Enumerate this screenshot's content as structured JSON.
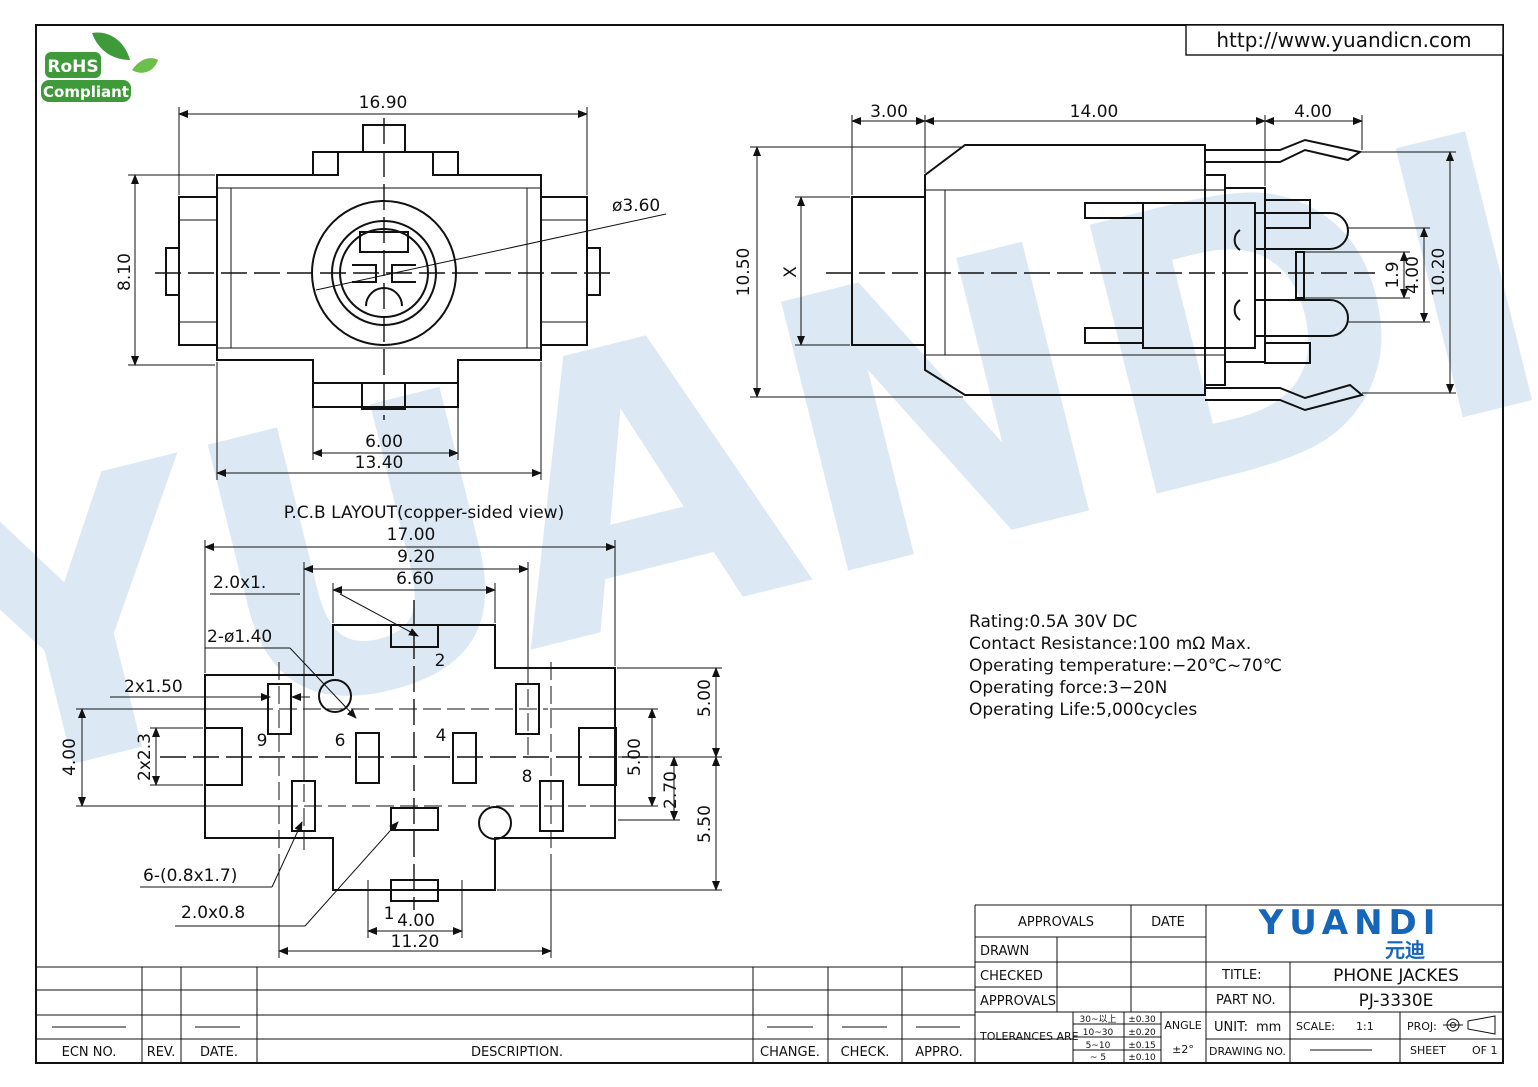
{
  "url": "http://www.yuandicn.com",
  "rohs": {
    "line1": "RoHS",
    "line2": "Compliant"
  },
  "watermark": "YUANDI",
  "colors": {
    "brand_blue": "#1565b8",
    "rohs_green": "#3f9a3a",
    "watermark_blue": "#dce9f5"
  },
  "top_view": {
    "width": "16.90",
    "height": "8.10",
    "hole": "ø3.60",
    "pin_gap": "6.00",
    "body": "13.40"
  },
  "side_view": {
    "d1": "3.00",
    "d2": "14.00",
    "d3": "4.00",
    "height": "10.50",
    "x": "X",
    "pin": "1.9",
    "slot": "4.00",
    "total": "10.20"
  },
  "pcb": {
    "title": "P.C.B LAYOUT(copper-sided view)",
    "w_total": "17.00",
    "w_mid": "9.20",
    "w_inner": "6.60",
    "slot_a": "2.0x1.",
    "holes": "2-ø1.40",
    "slot_b": "2x1.50",
    "h_left": "4.00",
    "slot_c": "2x2.3",
    "h_r1": "5.00",
    "h_r2": "5.00",
    "h_r3": "2.70",
    "h_r4": "5.50",
    "pads": "6-(0.8x1.7)",
    "slot_d": "2.0x0.8",
    "w_b1": "4.00",
    "w_b2": "11.20",
    "pins": {
      "p1": "1",
      "p2": "2",
      "p4": "4",
      "p6": "6",
      "p8": "8",
      "p9": "9"
    }
  },
  "specs": [
    "Rating:0.5A 30V DC",
    "Contact Resistance:100 mΩ Max.",
    "Operating temperature:−20℃~70℃",
    "Operating force:3−20N",
    "Operating Life:5,000cycles"
  ],
  "revision_block": {
    "ecn": "ECN NO.",
    "rev": "REV.",
    "date": "DATE.",
    "desc": "DESCRIPTION.",
    "change": "CHANGE.",
    "check": "CHECK.",
    "appro": "APPRO."
  },
  "title_block": {
    "approvals": "APPROVALS",
    "date": "DATE",
    "drawn": "DRAWN",
    "checked": "CHECKED",
    "approvals2": "APPROVALS",
    "brand": "YUANDI",
    "brand_cn": "元迪",
    "title_lbl": "TITLE:",
    "title": "PHONE JACKES",
    "part_lbl": "PART NO.",
    "part": "PJ-3330E",
    "tol_lbl": "TOLERANCES ARE",
    "tol_ranges": [
      "30~以上",
      "10~30",
      "5~10",
      "~ 5"
    ],
    "tol_values": [
      "±0.30",
      "±0.20",
      "±0.15",
      "±0.10"
    ],
    "angle_lbl": "ANGLE",
    "angle": "±2°",
    "unit_lbl": "UNIT:",
    "unit": "mm",
    "scale_lbl": "SCALE:",
    "scale": "1:1",
    "proj_lbl": "PROJ:",
    "drawing_lbl": "DRAWING NO.",
    "sheet_lbl": "SHEET",
    "sheet": "OF 1"
  }
}
